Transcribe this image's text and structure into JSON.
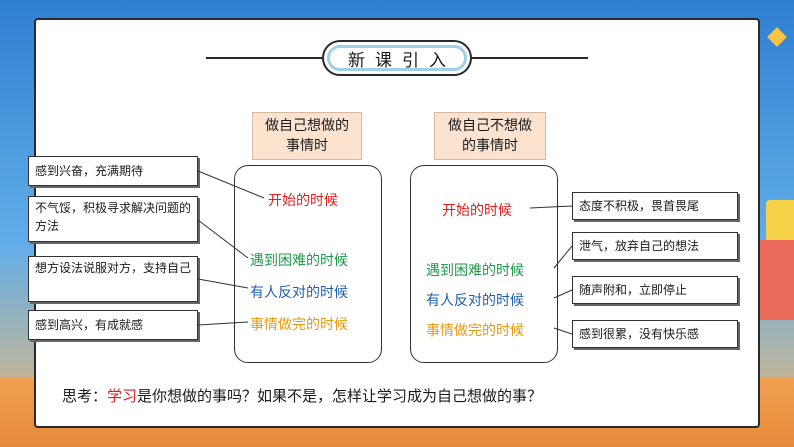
{
  "title": "新课引入",
  "left": {
    "heading": "做自己想做的\n事情时",
    "stages": [
      {
        "text": "开始的时候",
        "color": "#e02020"
      },
      {
        "text": "遇到困难的时候",
        "color": "#1f9a4a"
      },
      {
        "text": "有人反对的时候",
        "color": "#1e5fb0"
      },
      {
        "text": "事情做完的时候",
        "color": "#e49a10"
      }
    ],
    "notes": [
      "感到兴奋，充满期待",
      "不气馁，积极寻求解决问题的方法",
      "想方设法说服对方，支持自己",
      "感到高兴，有成就感"
    ]
  },
  "right": {
    "heading": "做自己不想做\n的事情时",
    "stages": [
      {
        "text": "开始的时候",
        "color": "#e02020"
      },
      {
        "text": "遇到困难的时候",
        "color": "#1f9a4a"
      },
      {
        "text": "有人反对的时候",
        "color": "#1e5fb0"
      },
      {
        "text": "事情做完的时候",
        "color": "#e49a10"
      }
    ],
    "notes": [
      "态度不积极，畏首畏尾",
      "泄气，放弃自己的想法",
      "随声附和，立即停止",
      "感到很累，没有快乐感"
    ]
  },
  "question": {
    "prefix": "思考：",
    "highlight": "学习",
    "rest": "是你想做的事吗？如果不是，怎样让学习成为自己想做的事？",
    "highlight_color": "#e02020"
  }
}
